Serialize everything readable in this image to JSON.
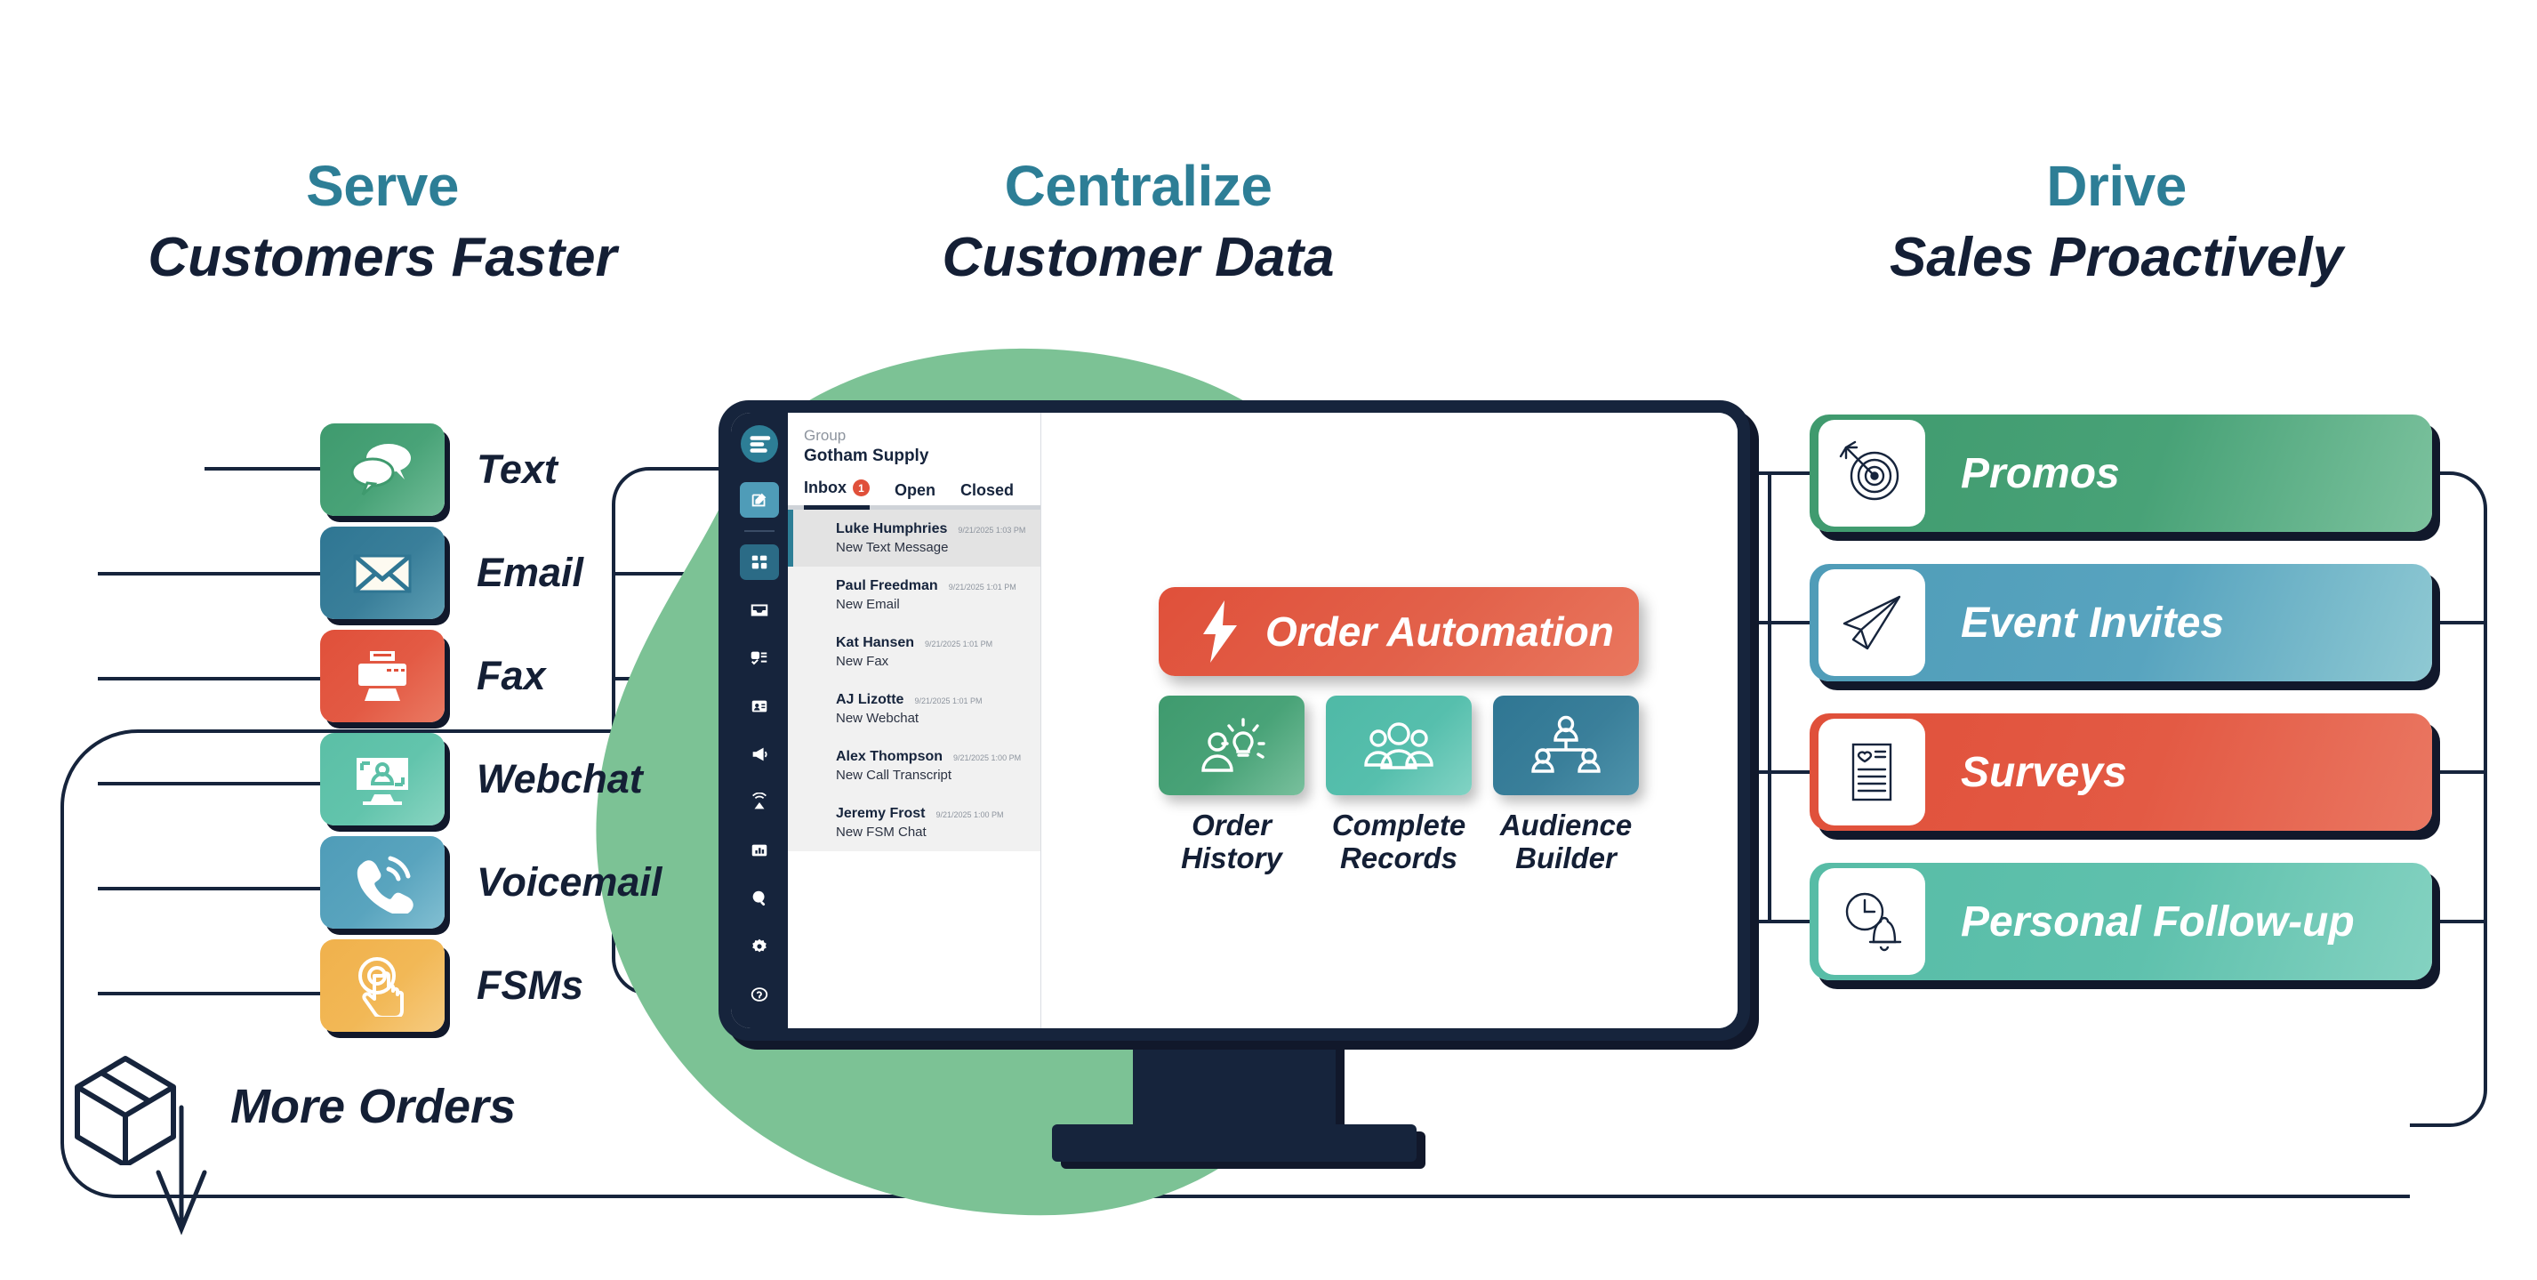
{
  "columns": {
    "left": {
      "kicker": "Serve",
      "subhead": "Customers Faster"
    },
    "center": {
      "kicker": "Centralize",
      "subhead": "Customer Data"
    },
    "right": {
      "kicker": "Drive",
      "subhead": "Sales Proactively"
    }
  },
  "channels": [
    {
      "label": "Text",
      "icon": "speech-bubbles-icon",
      "color": "#3f9a6e"
    },
    {
      "label": "Email",
      "icon": "envelope-icon",
      "color": "#2f7693"
    },
    {
      "label": "Fax",
      "icon": "printer-icon",
      "color": "#e0503a"
    },
    {
      "label": "Webchat",
      "icon": "webchat-monitor-icon",
      "color": "#5bbfa6"
    },
    {
      "label": "Voicemail",
      "icon": "ringing-phone-icon",
      "color": "#4f9cb8"
    },
    {
      "label": "FSMs",
      "icon": "tap-hand-icon",
      "color": "#f0b14c"
    }
  ],
  "outcome": {
    "label": "More Orders",
    "icon": "package-box-icon"
  },
  "app": {
    "rail": {
      "logo_icon": "hamburger-logo-icon",
      "items": [
        {
          "icon": "compose-icon",
          "state": "active"
        },
        {
          "icon": "dashboard-icon",
          "state": "active2"
        },
        {
          "icon": "inbox-tray-icon",
          "state": "plain"
        },
        {
          "icon": "task-list-icon",
          "state": "plain"
        },
        {
          "icon": "contact-card-icon",
          "state": "plain"
        },
        {
          "icon": "megaphone-icon",
          "state": "plain"
        },
        {
          "icon": "broadcast-icon",
          "state": "plain"
        },
        {
          "icon": "bar-chart-icon",
          "state": "plain"
        },
        {
          "icon": "search-icon",
          "state": "plain"
        },
        {
          "icon": "gear-icon",
          "state": "plain"
        },
        {
          "icon": "help-icon",
          "state": "plain"
        }
      ]
    },
    "inbox": {
      "group_kicker": "Group",
      "group_name": "Gotham Supply",
      "tabs": [
        {
          "label": "Inbox",
          "badge": "1",
          "selected": true
        },
        {
          "label": "Open",
          "badge": "",
          "selected": false
        },
        {
          "label": "Closed",
          "badge": "",
          "selected": false
        }
      ],
      "messages": [
        {
          "name": "Luke Humphries",
          "time": "9/21/2025  1:03 PM",
          "subject": "New Text Message",
          "selected": true
        },
        {
          "name": "Paul Freedman",
          "time": "9/21/2025  1:01 PM",
          "subject": "New Email",
          "selected": false
        },
        {
          "name": "Kat Hansen",
          "time": "9/21/2025 1:01 PM",
          "subject": "New Fax",
          "selected": false
        },
        {
          "name": "AJ Lizotte",
          "time": "9/21/2025  1:01 PM",
          "subject": "New Webchat",
          "selected": false
        },
        {
          "name": "Alex Thompson",
          "time": "9/21/2025  1:00 PM",
          "subject": "New Call Transcript",
          "selected": false
        },
        {
          "name": "Jeremy Frost",
          "time": "9/21/2025  1:00 PM",
          "subject": "New FSM Chat",
          "selected": false
        }
      ]
    },
    "main": {
      "primary_button": {
        "label": "Order Automation",
        "icon": "lightning-bolt-icon",
        "color": "#e0503a"
      },
      "features": [
        {
          "label": "Order\nHistory",
          "line1": "Order",
          "line2": "History",
          "icon": "person-lightbulb-icon",
          "color": "#3f9a6e"
        },
        {
          "label": "Complete\nRecords",
          "line1": "Complete",
          "line2": "Records",
          "icon": "three-people-icon",
          "color": "#4fb9a6"
        },
        {
          "label": "Audience\nBuilder",
          "line1": "Audience",
          "line2": "Builder",
          "icon": "org-chart-people-icon",
          "color": "#2f7693"
        }
      ]
    }
  },
  "actions": [
    {
      "label": "Promos",
      "icon": "target-arrow-icon",
      "color": "#3f9a6e"
    },
    {
      "label": "Event Invites",
      "icon": "paper-plane-icon",
      "color": "#4f9cb8"
    },
    {
      "label": "Surveys",
      "icon": "survey-sheet-icon",
      "color": "#e0503a"
    },
    {
      "label": "Personal Follow-up",
      "icon": "clock-bell-icon",
      "color": "#57bca6"
    }
  ],
  "theme": {
    "accent_teal": "#2d7e96",
    "ink": "#141f35",
    "blob_green": "#7cc295",
    "monitor": "#16243c",
    "shadow": "#11182b"
  }
}
